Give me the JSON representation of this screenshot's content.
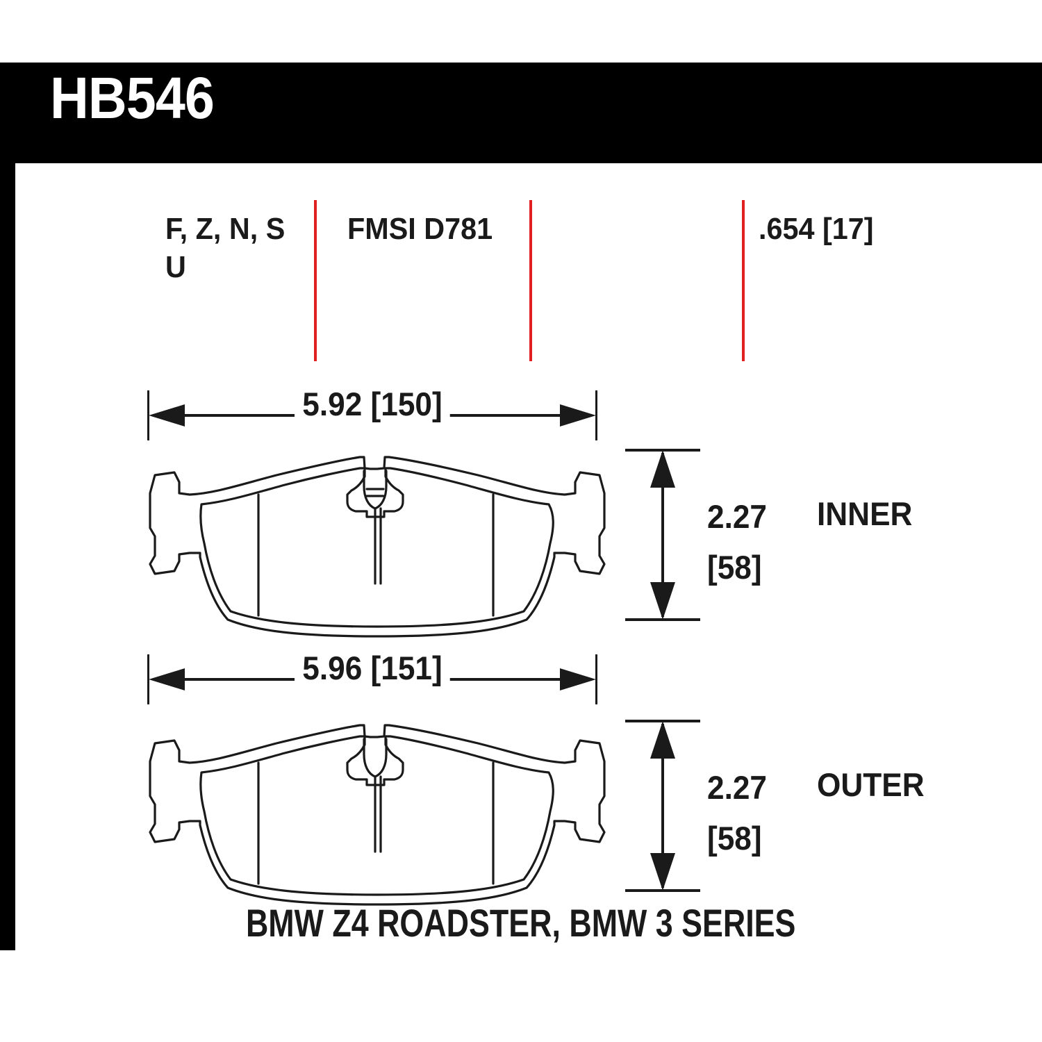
{
  "part": {
    "header_code": "HB546"
  },
  "spec": {
    "compounds": "F, Z, N, S\nU",
    "fmsi": "FMSI D781",
    "thickness": ".654 [17]"
  },
  "pads": [
    {
      "position_label": "INNER",
      "width_label": "5.92 [150]",
      "width_in": 5.92,
      "width_mm": 150,
      "height_label": "2.27\n[58]",
      "height_in": 2.27,
      "height_mm": 58
    },
    {
      "position_label": "OUTER",
      "width_label": "5.96 [151]",
      "width_in": 5.96,
      "width_mm": 151,
      "height_label": "2.27\n[58]",
      "height_in": 2.27,
      "height_mm": 58
    }
  ],
  "vehicle_application": "BMW Z4 ROADSTER, BMW 3 SERIES",
  "colors": {
    "divider_red": "#e02020",
    "ink_black": "#1a1a1a",
    "banner_black": "#000000",
    "paper_white": "#ffffff"
  }
}
